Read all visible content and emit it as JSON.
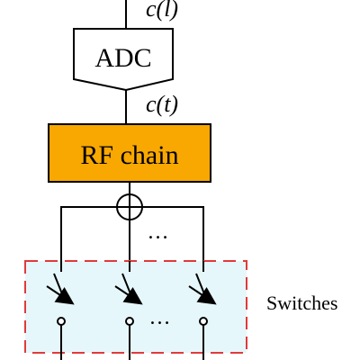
{
  "signals": {
    "top": "c(l)",
    "middle": "c(t)"
  },
  "blocks": {
    "adc": "ADC",
    "rf_chain": "RF chain"
  },
  "colors": {
    "rf_chain_fill": "#F8A800",
    "switch_box_fill": "#E6F7FB",
    "switch_box_border": "#E03A3A",
    "line": "#000000"
  },
  "ellipsis": {
    "upper": "…",
    "lower": "…"
  },
  "switch_group": {
    "label": "Switches"
  },
  "icons": {
    "combiner": "circle-plus-icon",
    "switch": "switch-arrow-icon"
  }
}
